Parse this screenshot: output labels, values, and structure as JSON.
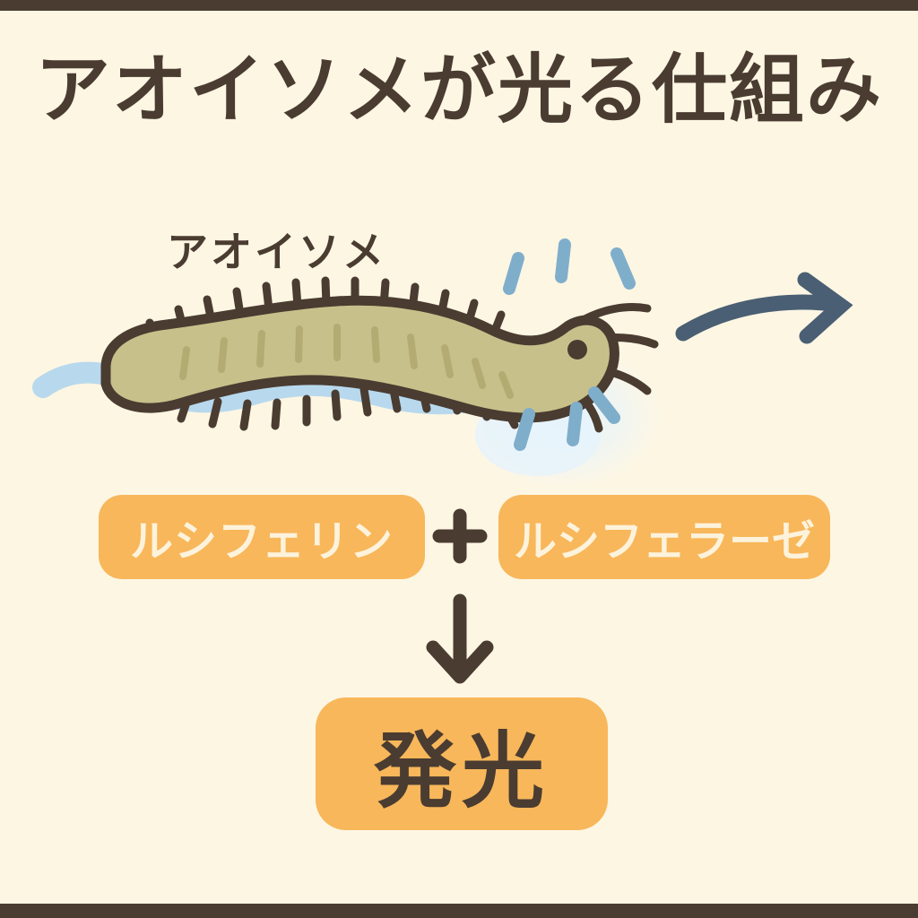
{
  "page": {
    "title": "アオイソメが光る仕組み",
    "background_color": "#FDF6E3",
    "border_color": "#4A3C31"
  },
  "illustration": {
    "worm_label": "アオイソメ",
    "worm_body_color": "#C8C08A",
    "worm_outline_color": "#4A3C31",
    "water_color": "#B8D9ED",
    "sparkle_color": "#7FAECB",
    "glow_color": "#E3F2FB",
    "direction_arrow_color": "#4A5F73",
    "icons": {
      "worm": "ragworm-icon",
      "water_wave": "water-wave-icon",
      "sparkle": "sparkle-icon",
      "direction_arrow": "curved-right-arrow-icon"
    }
  },
  "reaction": {
    "reactant_a": "ルシフェリン",
    "reactant_b": "ルシフェラーゼ",
    "operator": "+",
    "result": "発光",
    "badge_color": "#F8B75A",
    "badge_text_color": "#FDF3DC",
    "result_text_color": "#4A3C31",
    "arrow_color": "#4A3C31",
    "icons": {
      "plus": "plus-icon",
      "down_arrow": "down-arrow-icon"
    }
  }
}
